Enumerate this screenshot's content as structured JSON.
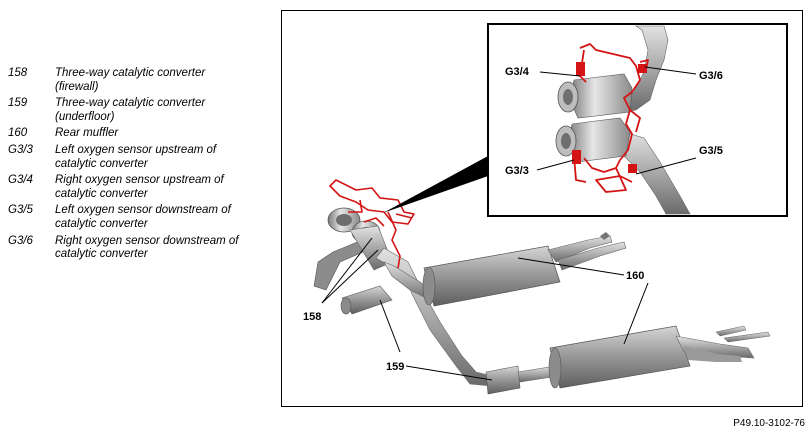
{
  "legend": [
    {
      "code": "158",
      "desc": "Three-way catalytic converter\n(firewall)"
    },
    {
      "code": "159",
      "desc": "Three-way catalytic converter\n(underfloor)"
    },
    {
      "code": "160",
      "desc": "Rear muffler"
    },
    {
      "code": "G3/3",
      "desc": "Left oxygen sensor upstream of\ncatalytic converter"
    },
    {
      "code": "G3/4",
      "desc": "Right oxygen sensor upstream of\ncatalytic converter"
    },
    {
      "code": "G3/5",
      "desc": "Left oxygen sensor downstream of\ncatalytic converter"
    },
    {
      "code": "G3/6",
      "desc": "Right oxygen sensor downstream of\ncatalytic converter"
    }
  ],
  "callouts": {
    "c158": "158",
    "c159": "159",
    "c160_upper": "160",
    "c160_lower": "160",
    "g34": "G3/4",
    "g36": "G3/6",
    "g33": "G3/3",
    "g35": "G3/5"
  },
  "figure_id": "P49.10-3102-76",
  "colors": {
    "wiring": "#d41414",
    "pipe_dark": "#6e6e6e",
    "pipe_light": "#c8c8c8"
  }
}
